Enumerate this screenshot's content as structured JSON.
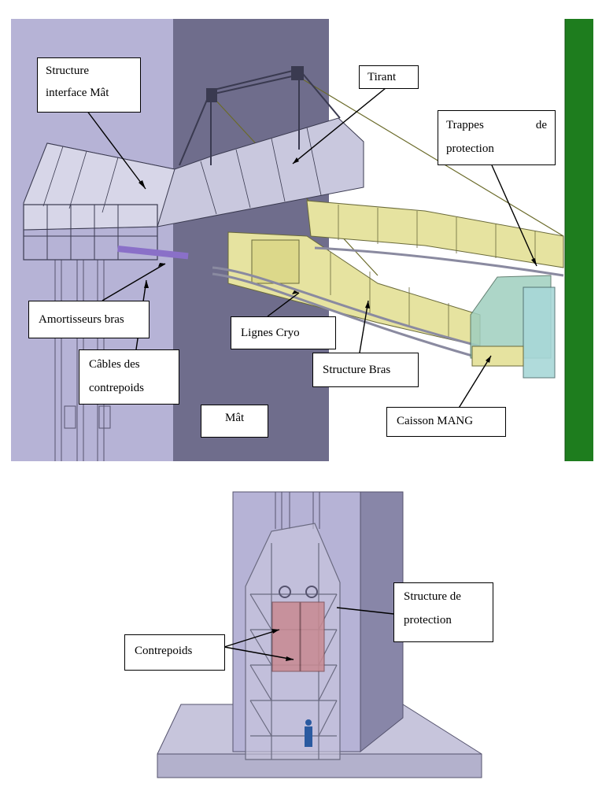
{
  "top_figure": {
    "labels": {
      "structure_interface": [
        "Structure",
        "interface Mât"
      ],
      "tirant": "Tirant",
      "trappes": [
        "Trappes de",
        "protection"
      ],
      "amortisseurs": "Amortisseurs bras",
      "cables": [
        "Câbles des",
        "contrepoids"
      ],
      "lignes_cryo": "Lignes Cryo",
      "structure_bras": "Structure Bras",
      "mat": "Mât",
      "caisson": "Caisson MANG"
    }
  },
  "bottom_figure": {
    "labels": {
      "contrepoids": "Contrepoids",
      "structure_protection": [
        "Structure de",
        "protection"
      ]
    }
  },
  "colors": {
    "mast_light": "#b6b3d6",
    "mast_dark": "#6f6d8c",
    "green_tower": "#1e7d1e",
    "arm_yellow": "#e6e3a0",
    "counterweight_red": "#c98a92"
  }
}
